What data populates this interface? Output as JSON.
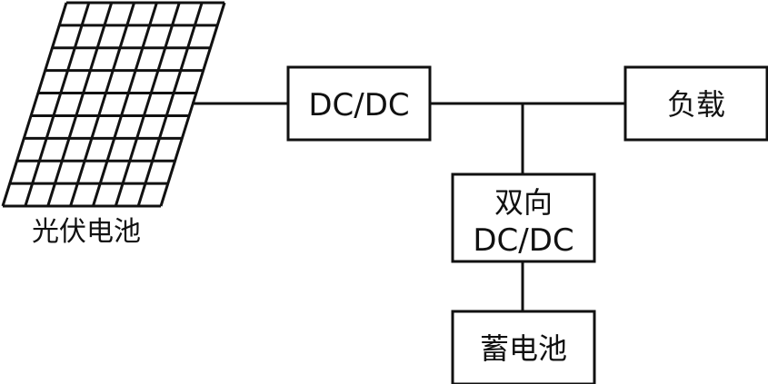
{
  "diagram": {
    "pv_label": "光伏电池",
    "dcdc_label": "DC/DC",
    "load_label": "负载",
    "bidir_line1": "双向",
    "bidir_line2": "DC/DC",
    "battery_label": "蓄电池"
  },
  "colors": {
    "stroke": "#111111",
    "background": "#ffffff"
  }
}
